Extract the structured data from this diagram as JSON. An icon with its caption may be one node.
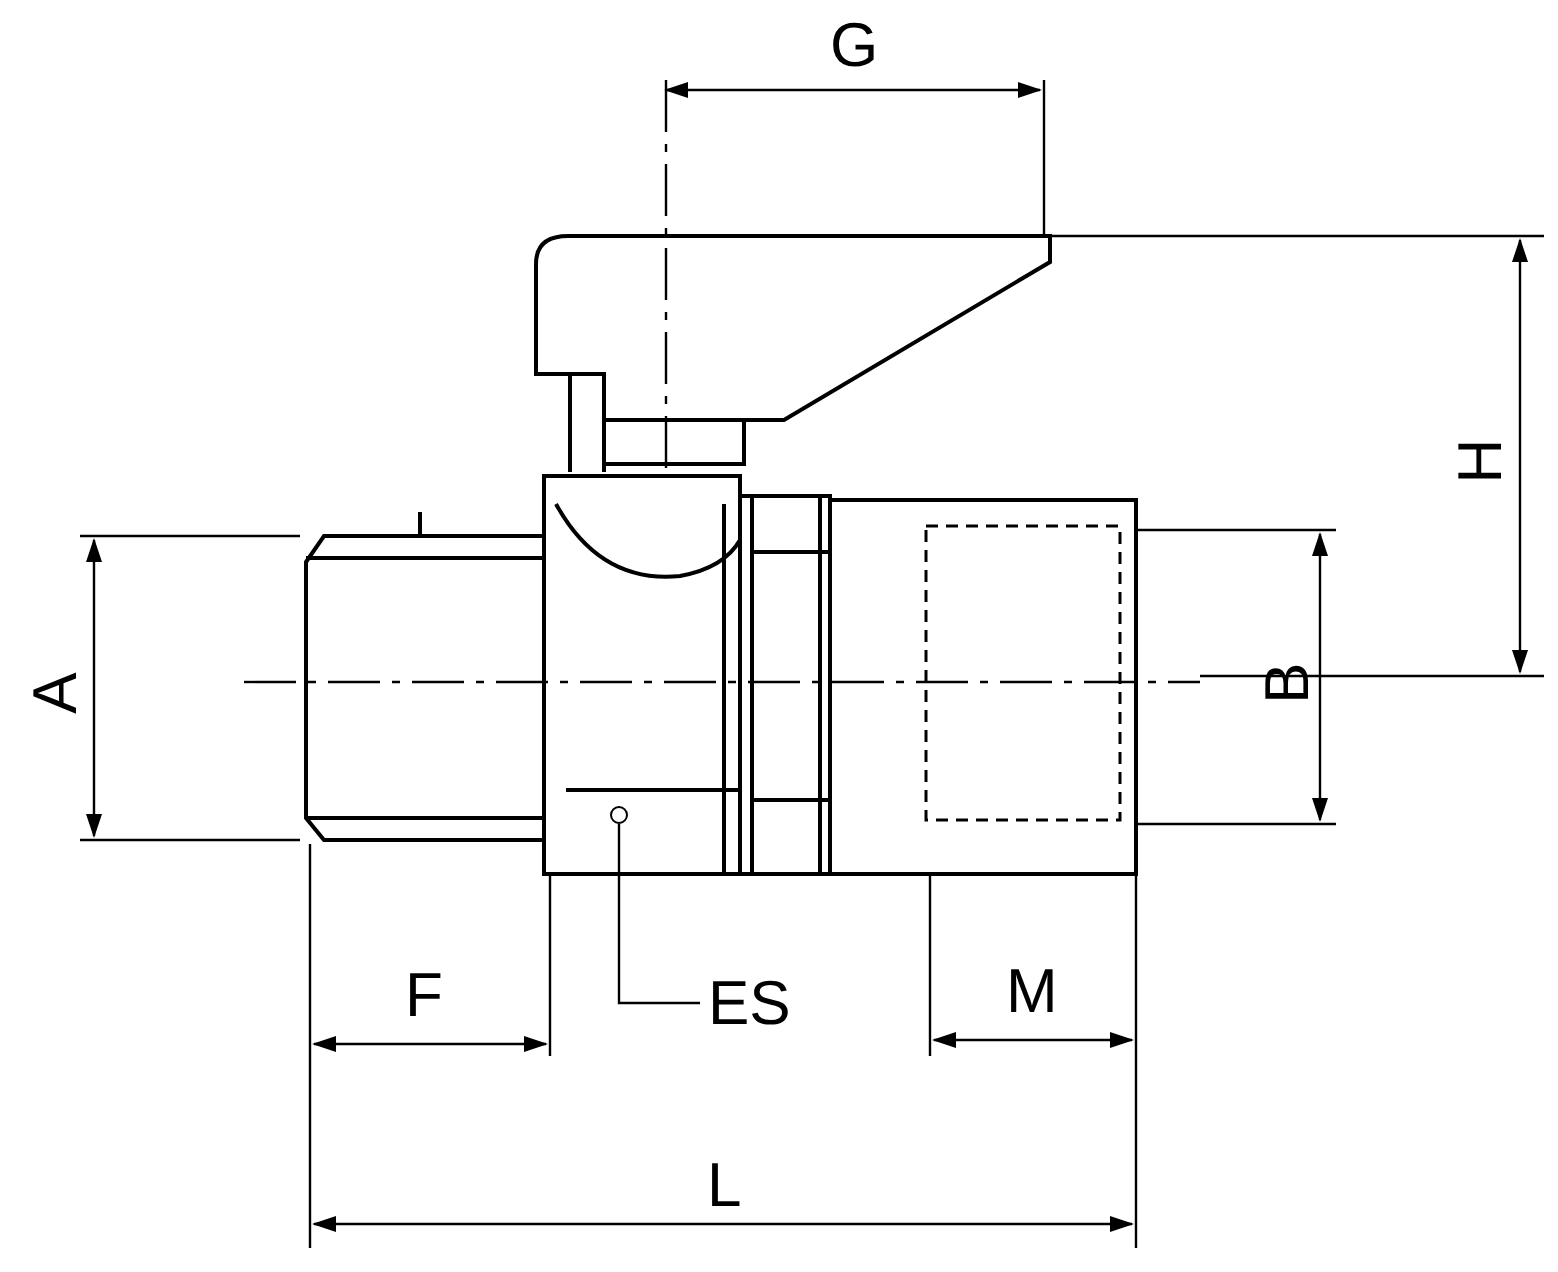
{
  "diagram": {
    "nodes": [
      {
        "text": [
          "ES"
        ]
      },
      {
        "text": [],
        "shape": "circle"
      }
    ],
    "edges": [
      {
        "from": 0,
        "to": 1,
        "arrow": "none"
      }
    ],
    "labels": [
      "G",
      "H",
      "A",
      "B",
      "F",
      "M",
      "L"
    ]
  }
}
